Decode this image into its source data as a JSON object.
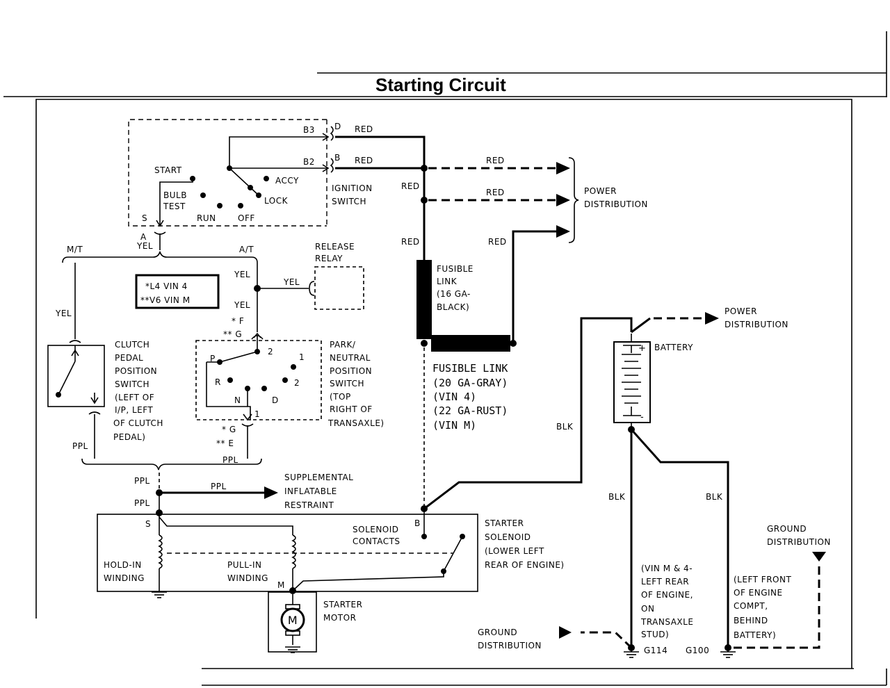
{
  "title": "Starting Circuit",
  "ignition_switch": {
    "label": [
      "IGNITION",
      "SWITCH"
    ],
    "positions": [
      "START",
      "BULB",
      "TEST",
      "RUN",
      "OFF",
      "ACCY",
      "LOCK"
    ],
    "terminals": [
      "B3",
      "D",
      "B2",
      "B",
      "S",
      "A"
    ]
  },
  "wire_colors": {
    "red": "RED",
    "yel": "YEL",
    "ppl": "PPL",
    "blk": "BLK"
  },
  "variant_labels": {
    "mt": "M/T",
    "at": "A/T"
  },
  "engine_note": [
    "*L4 VIN 4",
    "**V6 VIN M"
  ],
  "release_relay": [
    "RELEASE",
    "RELAY"
  ],
  "power_distribution": [
    "POWER",
    "DISTRIBUTION"
  ],
  "fusible_link_16": [
    "FUSIBLE",
    "LINK",
    "(16 GA-",
    "BLACK)"
  ],
  "fusible_link_20": [
    "FUSIBLE LINK",
    "(20 GA-GRAY)",
    "(VIN 4)",
    "(22 GA-RUST)",
    "(VIN M)"
  ],
  "battery": {
    "label": "BATTERY",
    "pos": "+",
    "neg": "-"
  },
  "clutch_switch": [
    "CLUTCH",
    "PEDAL",
    "POSITION",
    "SWITCH",
    "(LEFT OF",
    "I/P, LEFT",
    "OF CLUTCH",
    "PEDAL)"
  ],
  "pn_switch": {
    "label": [
      "PARK/",
      "NEUTRAL",
      "POSITION",
      "SWITCH",
      "(TOP",
      "RIGHT OF",
      "TRANSAXLE)"
    ],
    "positions": [
      "P",
      "R",
      "N",
      "D",
      "2",
      "1",
      "2",
      "1"
    ],
    "pins_top": [
      "* F",
      "** G"
    ],
    "pins_bottom": [
      "* G",
      "** E"
    ]
  },
  "sir": [
    "SUPPLEMENTAL",
    "INFLATABLE",
    "RESTRAINT"
  ],
  "starter_solenoid": {
    "label": [
      "STARTER",
      "SOLENOID",
      "(LOWER LEFT",
      "REAR OF ENGINE)"
    ],
    "contacts": [
      "SOLENOID",
      "CONTACTS"
    ],
    "hold_in": [
      "HOLD-IN",
      "WINDING"
    ],
    "pull_in": [
      "PULL-IN",
      "WINDING"
    ],
    "terminals": [
      "S",
      "B",
      "M"
    ]
  },
  "starter_motor": {
    "label": [
      "STARTER",
      "MOTOR"
    ],
    "symbol": "M"
  },
  "ground_distribution": [
    "GROUND",
    "DISTRIBUTION"
  ],
  "ground_g114": {
    "id": "G114",
    "note": [
      "(VIN M & 4-",
      "LEFT REAR",
      "OF ENGINE,",
      "ON",
      "TRANSAXLE",
      "STUD)"
    ]
  },
  "ground_g100": {
    "id": "G100",
    "note": [
      "(LEFT FRONT",
      "OF ENGINE",
      "COMPT,",
      "BEHIND",
      "BATTERY)"
    ]
  }
}
